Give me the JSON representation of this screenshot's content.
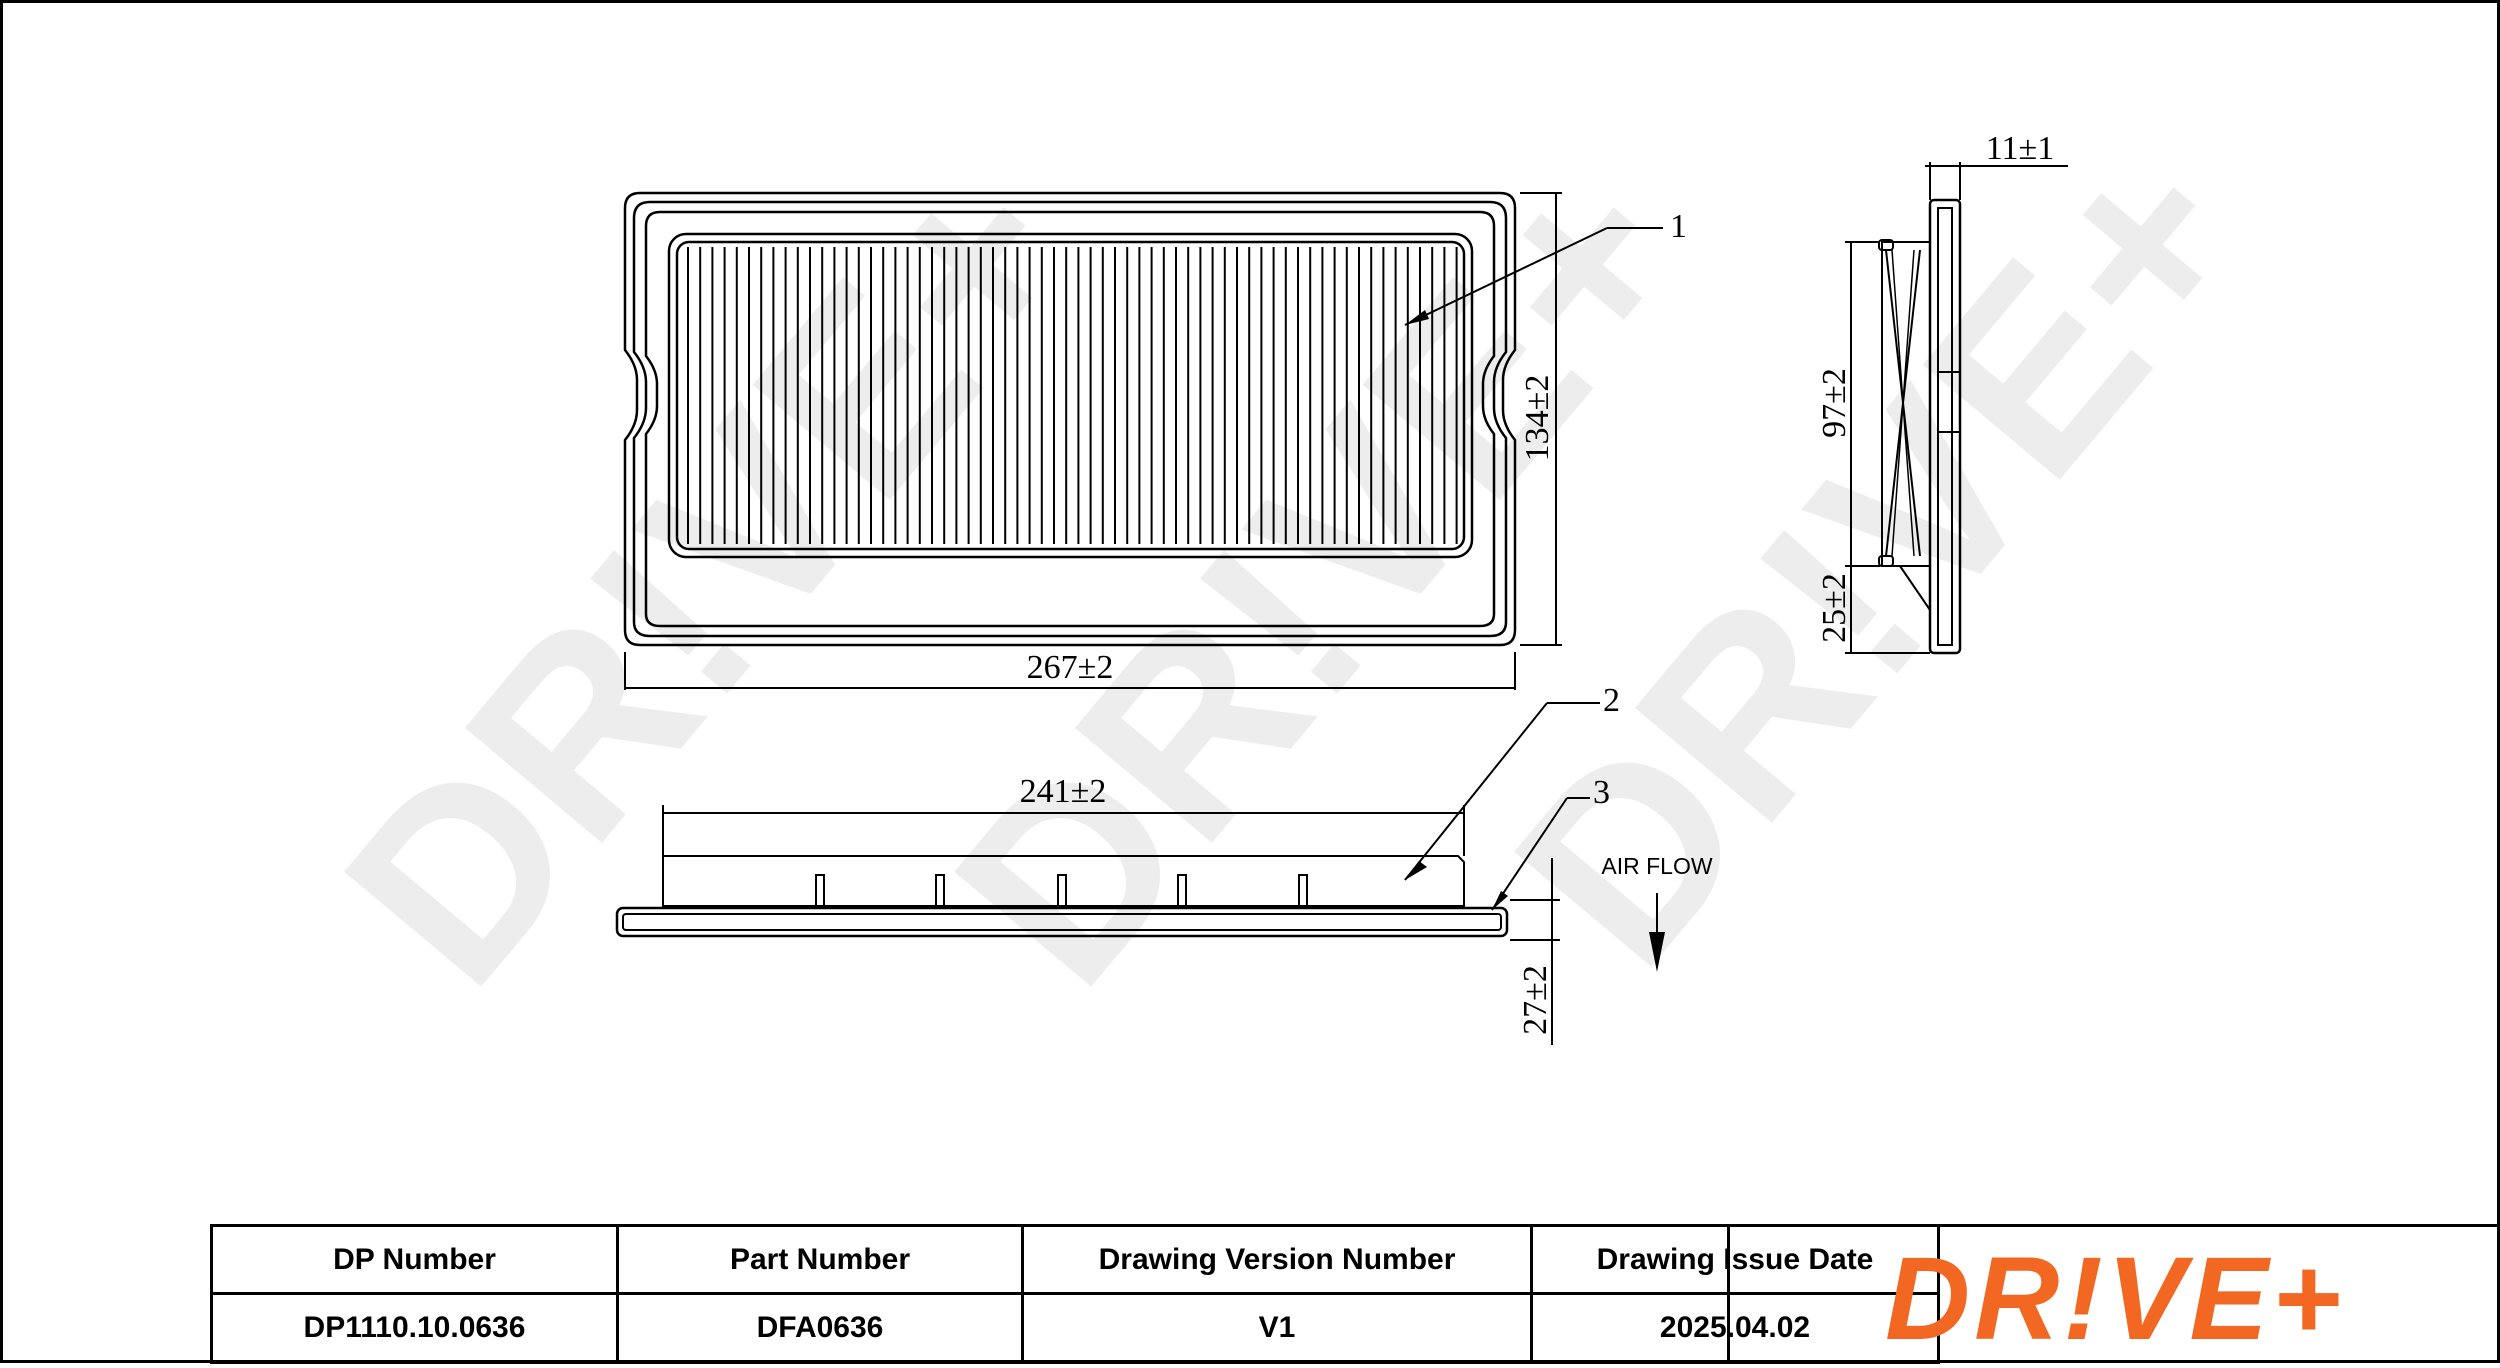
{
  "drawing": {
    "callouts": [
      "1",
      "2",
      "3"
    ],
    "dimensions": {
      "width_top": "267±2",
      "height_top": "134±2",
      "width_side": "241±2",
      "height_side": "27±2",
      "thickness": "11±1",
      "inner_height": "97±2",
      "offset": "25±2"
    },
    "airflow_label": "AIR FLOW"
  },
  "title_block": {
    "headers": [
      "DP Number",
      "Part Number",
      "Drawing Version Number",
      "Drawing Issue Date"
    ],
    "values": [
      "DP1110.10.0636",
      "DFA0636",
      "V1",
      "2025.04.02"
    ]
  },
  "logo": {
    "text": "DR!VE+",
    "color": "#f26722"
  },
  "watermark": {
    "text": "DR!VE+"
  }
}
